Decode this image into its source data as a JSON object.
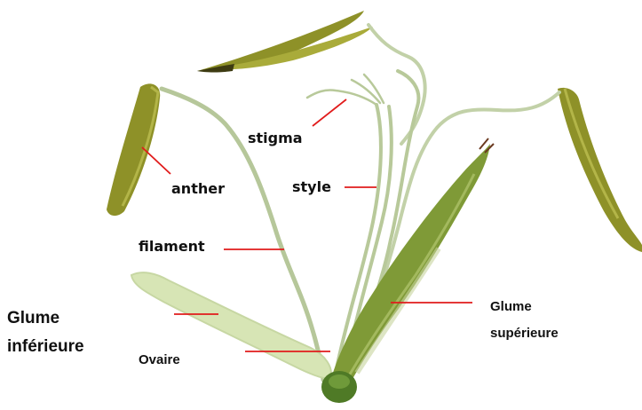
{
  "figure": {
    "labels": {
      "stigma": "stigma",
      "anther": "anther",
      "style": "style",
      "filament": "filament",
      "glume_inferieure_line1": "Glume",
      "glume_inferieure_line2": "inférieure",
      "ovaire": "Ovaire",
      "glume_superieure_line1": "Glume",
      "glume_superieure_line2": "supérieure"
    },
    "colors": {
      "leader_line": "#e11b1b",
      "anther": "#8e9128",
      "filament": "#b6c79a",
      "glume": "#7f9a37",
      "lower_glume": "#d7e5b5",
      "label_text": "#111111"
    }
  }
}
